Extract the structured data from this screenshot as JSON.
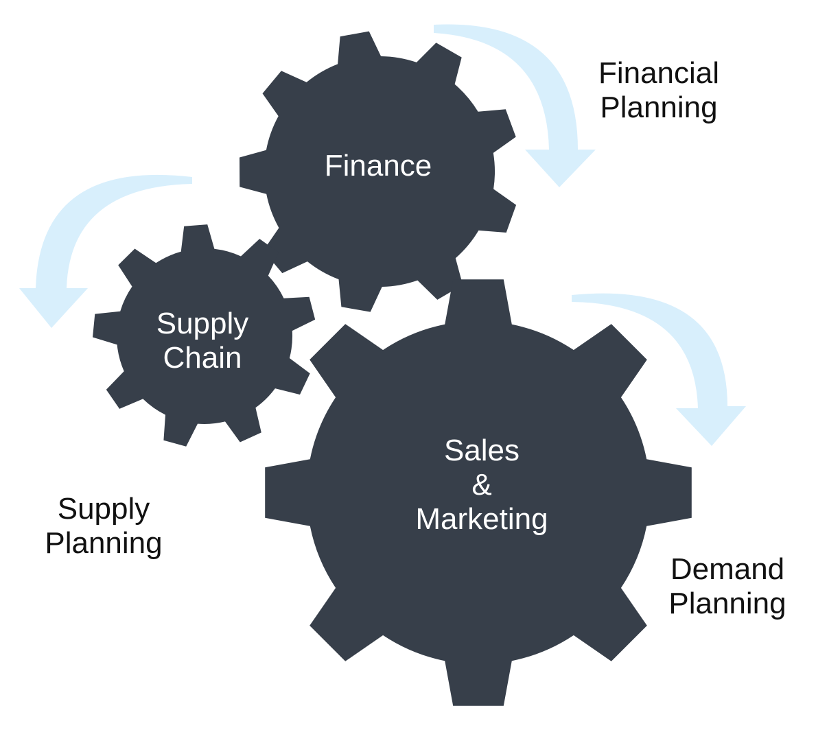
{
  "colors": {
    "gear": "#373f4a",
    "arrow": "#d8effc",
    "gear_text": "#ffffff",
    "label_text": "#111111"
  },
  "gears": {
    "finance": {
      "label": "Finance",
      "teeth": 9
    },
    "supply_chain": {
      "line1": "Supply",
      "line2": "Chain",
      "teeth": 9
    },
    "sales_marketing": {
      "line1": "Sales",
      "line2": "&",
      "line3": "Marketing",
      "teeth": 8
    }
  },
  "labels": {
    "financial_planning": {
      "line1": "Financial",
      "line2": "Planning"
    },
    "supply_planning": {
      "line1": "Supply",
      "line2": "Planning"
    },
    "demand_planning": {
      "line1": "Demand",
      "line2": "Planning"
    }
  }
}
